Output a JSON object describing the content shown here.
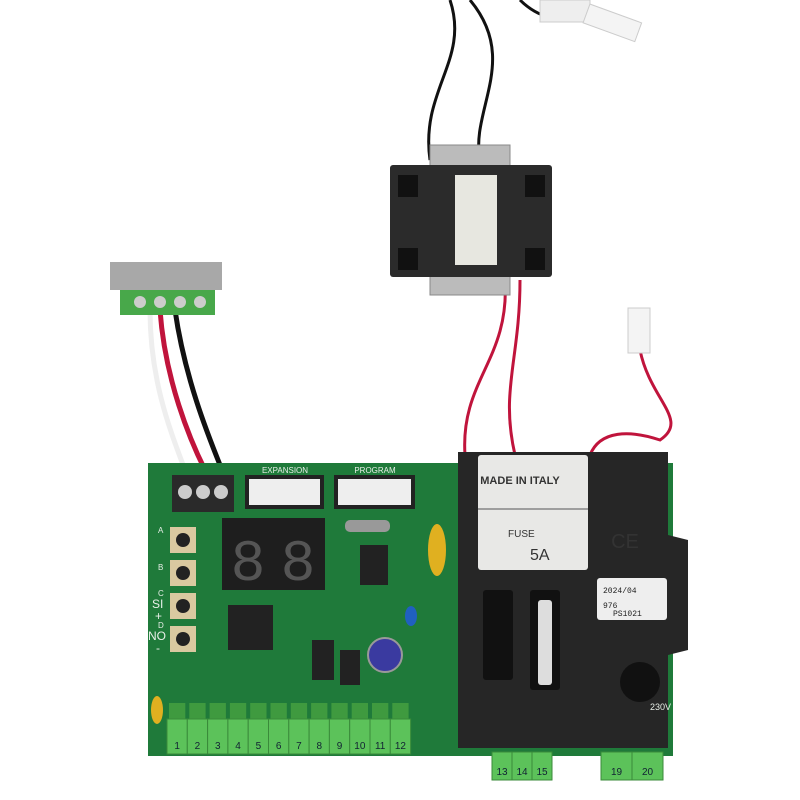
{
  "board": {
    "connectors": {
      "expansion": "EXPANSION",
      "program": "PROGRAM"
    },
    "buttons": [
      {
        "letter": "A"
      },
      {
        "letter": "B"
      },
      {
        "letter": "C",
        "label": "SI",
        "sign": "+"
      },
      {
        "letter": "D",
        "label": "NO",
        "sign": "-"
      }
    ],
    "terminals_main": [
      "1",
      "2",
      "3",
      "4",
      "5",
      "6",
      "7",
      "8",
      "9",
      "10",
      "11",
      "12"
    ],
    "terminals_mid": [
      "13",
      "14",
      "15"
    ],
    "terminals_right": [
      "19",
      "20"
    ],
    "voltage": "230V"
  },
  "cover": {
    "origin": "MADE IN ITALY",
    "fuse_label": "FUSE",
    "fuse_rating": "5A",
    "date": "2024/04",
    "code1": "976",
    "code2": "PS1021",
    "mark": "CE"
  },
  "colors": {
    "pcb": "#1f7a3a",
    "terminal": "#5cc25a",
    "cover": "#262626",
    "wire_red": "#c0143c"
  }
}
